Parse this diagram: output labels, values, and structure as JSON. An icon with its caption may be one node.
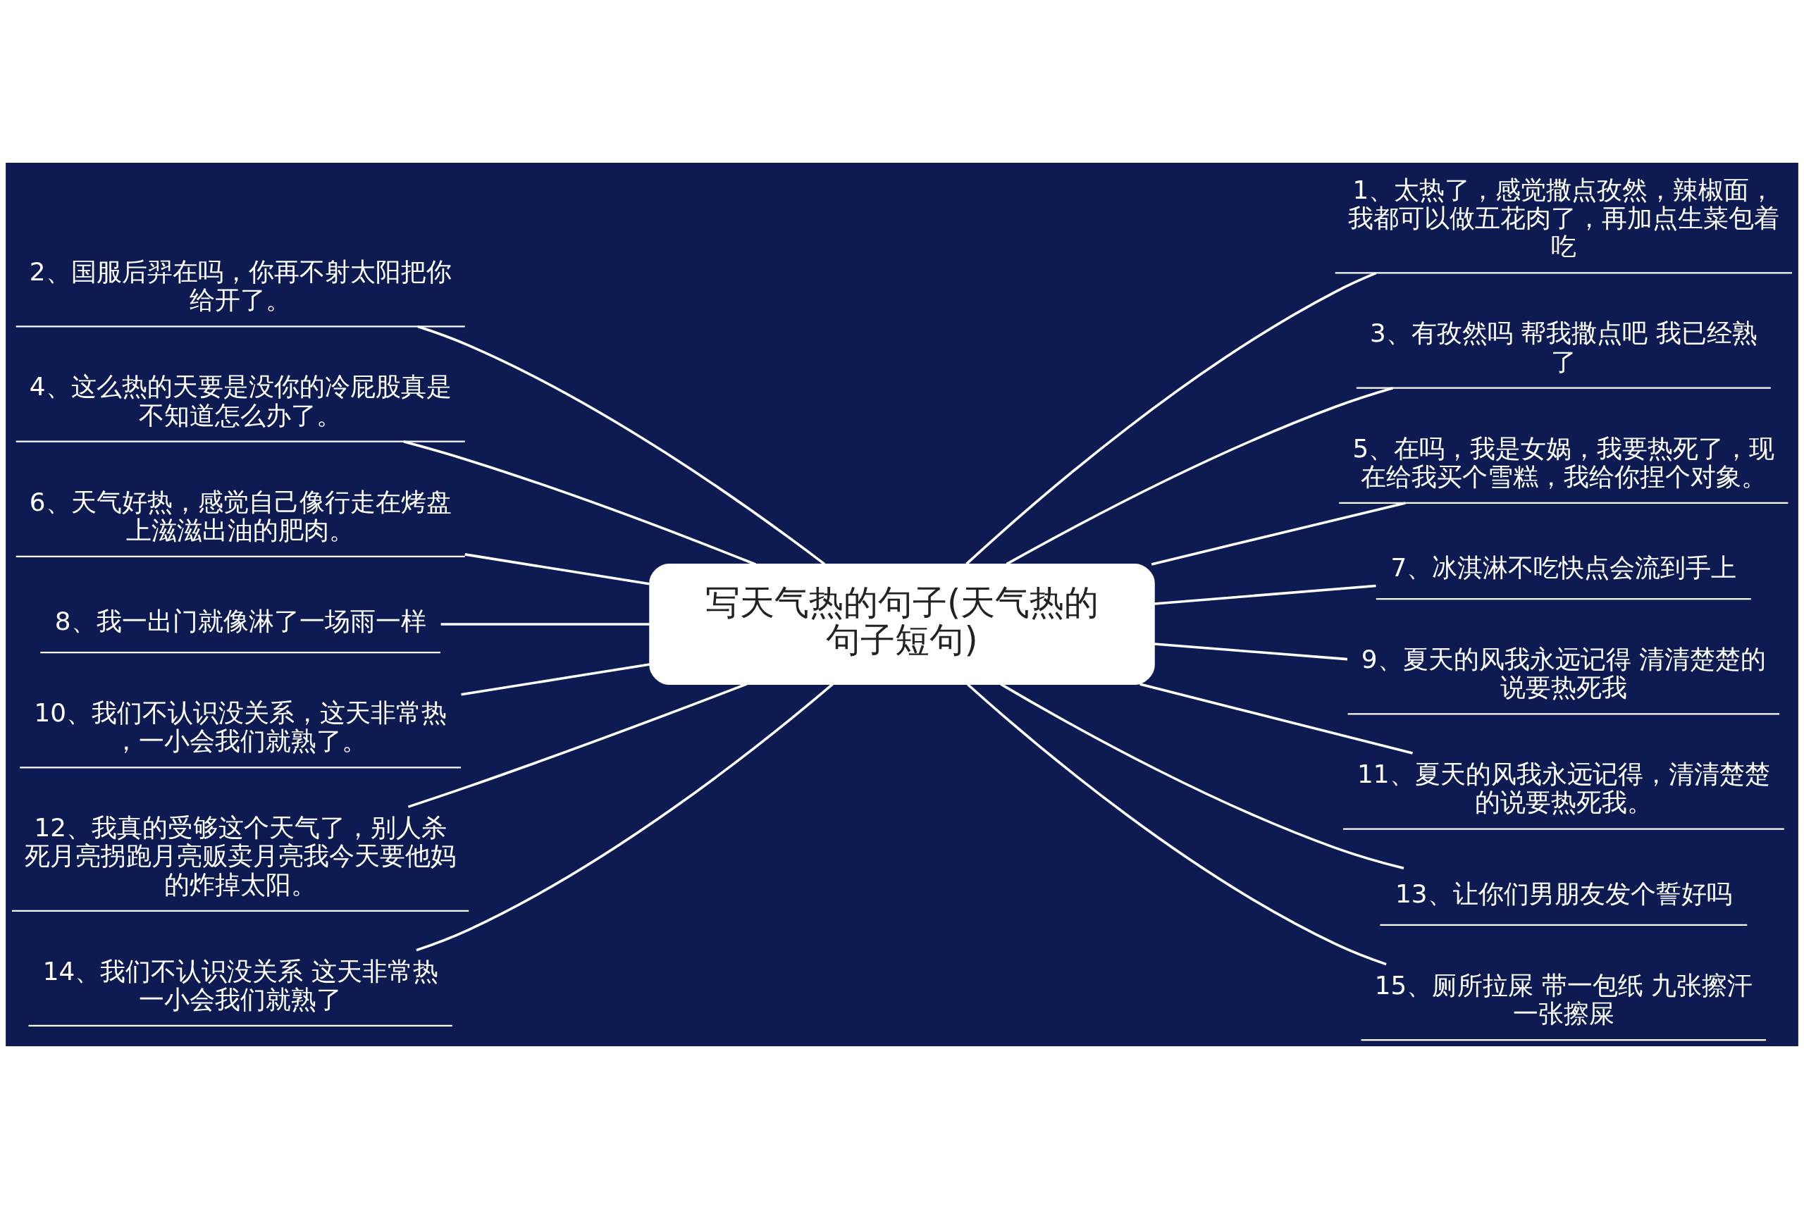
{
  "diagram": {
    "nodes": [
      {
        "text": [
          "写天气热的句子(天气热的句子短句)"
        ]
      },
      {
        "text": [
          "1、太热了，感觉撒点孜然，辣椒面，我都可以做五花肉了，再加点生菜包着吃"
        ]
      },
      {
        "text": [
          "2、国服后羿在吗，你再不射太阳把你给开了。"
        ]
      },
      {
        "text": [
          "3、有孜然吗 帮我撒点吧 我已经熟了"
        ]
      },
      {
        "text": [
          "4、这么热的天要是没你的冷屁股真是不知道怎么办了。"
        ]
      },
      {
        "text": [
          "5、在吗，我是女娲，我要热死了，现在给我买个雪糕，我给你捏个对象。"
        ]
      },
      {
        "text": [
          "6、天气好热，感觉自己像行走在烤盘上滋滋出油的肥肉。"
        ]
      },
      {
        "text": [
          "7、冰淇淋不吃快点会流到手上"
        ]
      },
      {
        "text": [
          "8、我一出门就像淋了一场雨一样"
        ]
      },
      {
        "text": [
          "9、夏天的风我永远记得 清清楚楚的说要热死我"
        ]
      },
      {
        "text": [
          "10、我们不认识没关系，这天非常热，一小会我们就熟了。"
        ]
      },
      {
        "text": [
          "11、夏天的风我永远记得，清清楚楚的说要热死我。"
        ]
      },
      {
        "text": [
          "12、我真的受够这个天气了，别人杀死月亮拐跑月亮贩卖月亮我今天要他妈的炸掉太阳。"
        ]
      },
      {
        "text": [
          "13、让你们男朋友发个誓好吗"
        ]
      },
      {
        "text": [
          "14、我们不认识没关系 这天非常热一小会我们就熟了"
        ]
      },
      {
        "text": [
          "15、厕所拉屎 带一包纸 九张擦汗一张擦屎"
        ]
      }
    ],
    "edges": [
      {
        "from": 0,
        "to": 1,
        "arrow": "none"
      },
      {
        "from": 0,
        "to": 2,
        "arrow": "none"
      },
      {
        "from": 0,
        "to": 3,
        "arrow": "none"
      },
      {
        "from": 0,
        "to": 4,
        "arrow": "none"
      },
      {
        "from": 0,
        "to": 5,
        "arrow": "none"
      },
      {
        "from": 0,
        "to": 6,
        "arrow": "none"
      },
      {
        "from": 0,
        "to": 7,
        "arrow": "none"
      },
      {
        "from": 0,
        "to": 8,
        "arrow": "none"
      },
      {
        "from": 0,
        "to": 9,
        "arrow": "none"
      },
      {
        "from": 0,
        "to": 10,
        "arrow": "none"
      },
      {
        "from": 0,
        "to": 11,
        "arrow": "none"
      },
      {
        "from": 0,
        "to": 12,
        "arrow": "none"
      },
      {
        "from": 0,
        "to": 13,
        "arrow": "none"
      },
      {
        "from": 0,
        "to": 14,
        "arrow": "none"
      },
      {
        "from": 0,
        "to": 15,
        "arrow": "none"
      }
    ]
  }
}
